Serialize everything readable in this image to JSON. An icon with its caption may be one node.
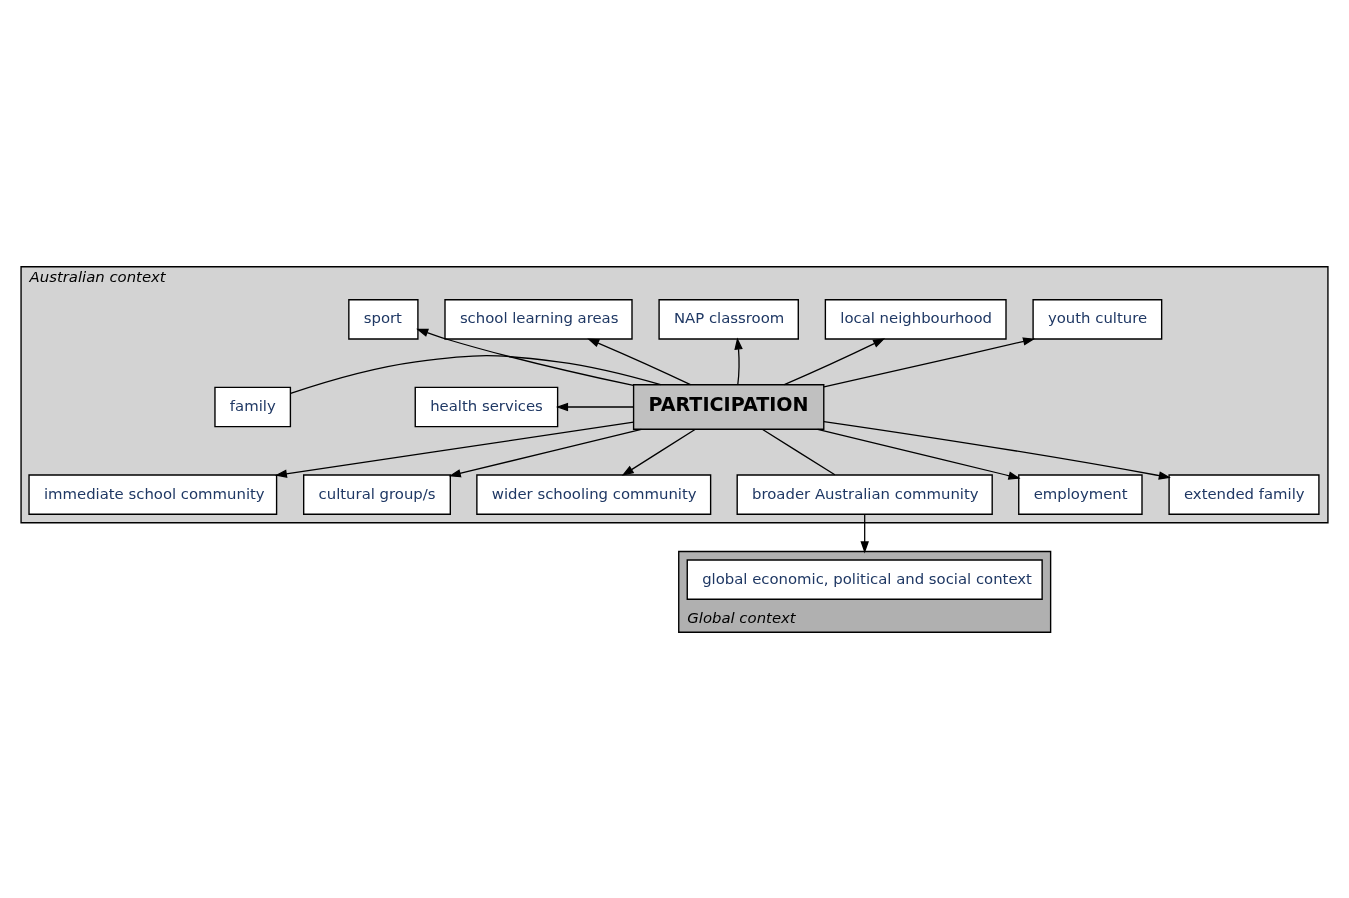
{
  "diagram": {
    "nodes": [
      {
        "text": [
          "Australian context"
        ]
      },
      {
        "text": [
          "PARTICIPATION"
        ],
        "in": 0
      },
      {
        "text": [
          "youth culture"
        ],
        "in": 0
      },
      {
        "text": [
          "local neighbourhood"
        ],
        "in": 0
      },
      {
        "text": [
          "NAP classroom"
        ],
        "in": 0
      },
      {
        "text": [
          "school learning areas"
        ],
        "in": 0
      },
      {
        "text": [
          "sport"
        ],
        "in": 0
      },
      {
        "text": [
          "health services"
        ],
        "in": 0
      },
      {
        "text": [
          "immediate school community"
        ],
        "in": 0
      },
      {
        "text": [
          "family"
        ],
        "in": 0
      },
      {
        "text": [
          "cultural group/s"
        ],
        "in": 0
      },
      {
        "text": [
          "wider schooling community"
        ],
        "in": 0
      },
      {
        "text": [
          "broader Australian community"
        ],
        "in": 0
      },
      {
        "text": [
          "employment"
        ],
        "in": 0
      },
      {
        "text": [
          "extended family"
        ],
        "in": 0
      },
      {
        "text": [
          "Global context"
        ]
      },
      {
        "text": [
          "global economic, political and social context"
        ],
        "in": 15
      }
    ],
    "edges": [
      {
        "from": 1,
        "to": 2,
        "arrow": "to"
      },
      {
        "from": 1,
        "to": 3,
        "arrow": "to"
      },
      {
        "from": 1,
        "to": 4,
        "arrow": "to"
      },
      {
        "from": 1,
        "to": 5,
        "arrow": "to"
      },
      {
        "from": 1,
        "to": 6,
        "arrow": "to"
      },
      {
        "from": 1,
        "to": 7,
        "arrow": "to"
      },
      {
        "from": 1,
        "to": 8,
        "arrow": "to"
      },
      {
        "from": 1,
        "to": 9,
        "arrow": "none"
      },
      {
        "from": 1,
        "to": 10,
        "arrow": "to"
      },
      {
        "from": 1,
        "to": 11,
        "arrow": "to"
      },
      {
        "from": 1,
        "to": 12,
        "arrow": "none"
      },
      {
        "from": 1,
        "to": 13,
        "arrow": "to"
      },
      {
        "from": 1,
        "to": 14,
        "arrow": "to"
      },
      {
        "from": 12,
        "to": 15,
        "arrow": "to"
      }
    ]
  }
}
